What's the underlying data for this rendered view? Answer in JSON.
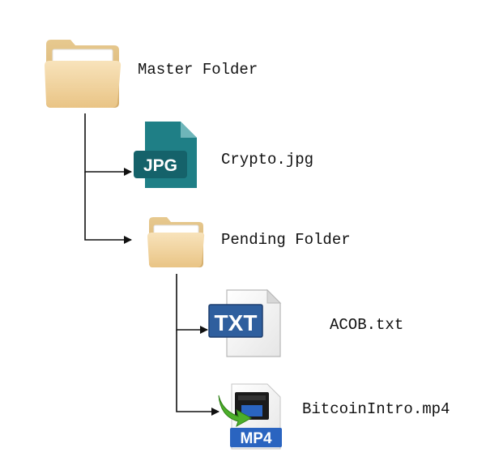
{
  "nodes": {
    "master": {
      "label": "Master Folder",
      "icon": "folder-icon"
    },
    "crypto": {
      "label": "Crypto.jpg",
      "icon": "jpg-file-icon",
      "badge": "JPG"
    },
    "pending": {
      "label": "Pending Folder",
      "icon": "folder-icon"
    },
    "acob": {
      "label": "ACOB.txt",
      "icon": "txt-file-icon",
      "badge": "TXT"
    },
    "bitcoin": {
      "label": "BitcoinIntro.mp4",
      "icon": "mp4-file-icon",
      "badge": "MP4"
    }
  },
  "colors": {
    "folder_light": "#f5dcae",
    "folder_dark": "#e8c68c",
    "jpg_teal": "#1f7f86",
    "jpg_teal_dark": "#15626a",
    "txt_blue": "#2f5f9e",
    "mp4_blue": "#2a64c0",
    "mp4_arrow": "#4caf2a"
  }
}
